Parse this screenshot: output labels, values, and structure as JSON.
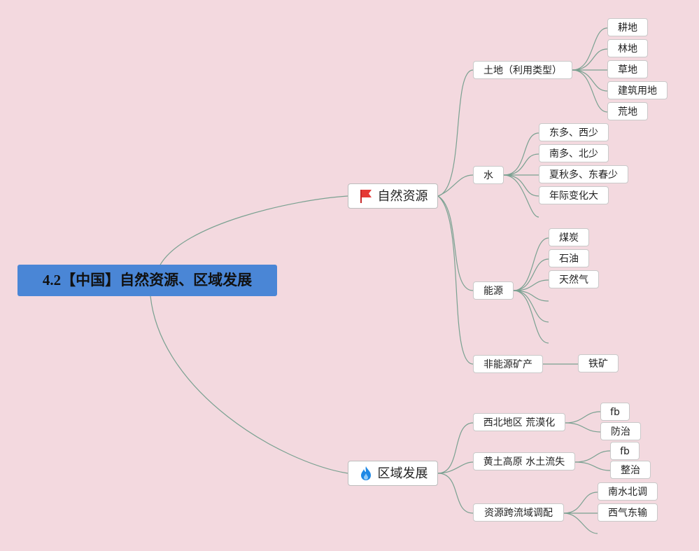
{
  "root": {
    "label": "4.2【中国】自然资源、区域发展"
  },
  "branches": {
    "natural": {
      "label": "自然资源",
      "icon": "red-flag-icon",
      "children": {
        "land": {
          "label": "土地（利用类型）",
          "items": [
            "耕地",
            "林地",
            "草地",
            "建筑用地",
            "荒地"
          ]
        },
        "water": {
          "label": "水",
          "items": [
            "东多、西少",
            "南多、北少",
            "夏秋多、东春少",
            "年际变化大"
          ]
        },
        "energy": {
          "label": "能源",
          "items": [
            "煤炭",
            "石油",
            "天然气"
          ]
        },
        "nonenergy": {
          "label": "非能源矿产",
          "items": [
            "铁矿"
          ]
        }
      }
    },
    "regional": {
      "label": "区域发展",
      "icon": "fire-icon",
      "children": {
        "northwest": {
          "label": "西北地区 荒漠化",
          "items": [
            "fb",
            "防治"
          ]
        },
        "loess": {
          "label": "黄土高原 水土流失",
          "items": [
            "fb",
            "整治"
          ]
        },
        "transfer": {
          "label": "资源跨流域调配",
          "items": [
            "南水北调",
            "西气东输"
          ]
        }
      }
    }
  },
  "colors": {
    "background": "#f3d9df",
    "root": "#4a86d6",
    "line": "#7aa191"
  }
}
